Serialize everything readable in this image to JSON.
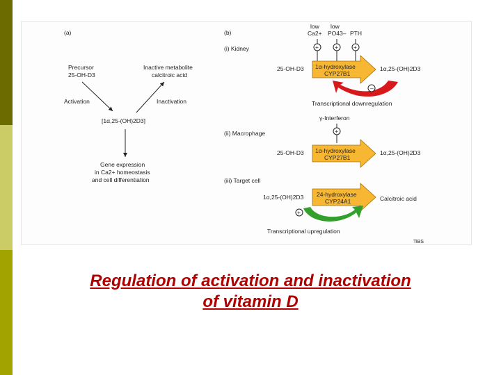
{
  "colors": {
    "sidebar_top": "#6b6b00",
    "sidebar_mid": "#cccc66",
    "sidebar_bottom": "#a3a300",
    "enzyme_fill": "#f7b733",
    "downregulation_arrow": "#d7191c",
    "upregulation_arrow": "#33a02c",
    "caption": "#b00000"
  },
  "panel_a": {
    "label": "(a)",
    "precursor_line1": "Precursor",
    "precursor_line2": "25-OH-D3",
    "metabolite_line1": "Inactive metabolite",
    "metabolite_line2": "calcitroic acid",
    "activation": "Activation",
    "inactivation": "Inactivation",
    "active_form": "[1α,25-(OH)2D3]",
    "outcome_line1": "Gene expression",
    "outcome_line2": "in Ca2+ homeostasis",
    "outcome_line3": "and cell differentiation"
  },
  "panel_b": {
    "label": "(b)",
    "low1": "low",
    "low2": "low",
    "ca": "Ca2+",
    "po4": "PO43–",
    "pth": "PTH",
    "plus": "+",
    "minus": "–",
    "kidney": {
      "heading": "(i) Kidney",
      "substrate": "25-OH-D3",
      "enzyme_line1": "1α-hydroxylase",
      "enzyme_line2": "CYP27B1",
      "product": "1α,25-(OH)2D3",
      "regulation": "Transcriptional downregulation"
    },
    "macrophage": {
      "heading": "(ii) Macrophage",
      "stimulus": "γ-Interferon",
      "substrate": "25-OH-D3",
      "enzyme_line1": "1α-hydroxylase",
      "enzyme_line2": "CYP27B1",
      "product": "1α,25-(OH)2D3"
    },
    "target": {
      "heading": "(iii) Target cell",
      "substrate": "1α,25-(OH)2D3",
      "enzyme_line1": "24-hydroxylase",
      "enzyme_line2": "CYP24A1",
      "product": "Calcitroic acid",
      "regulation": "Transcriptional upregulation"
    },
    "credit": "TiBS"
  },
  "caption": {
    "line1": "Regulation of activation and inactivation",
    "line2": "of vitamin D"
  }
}
